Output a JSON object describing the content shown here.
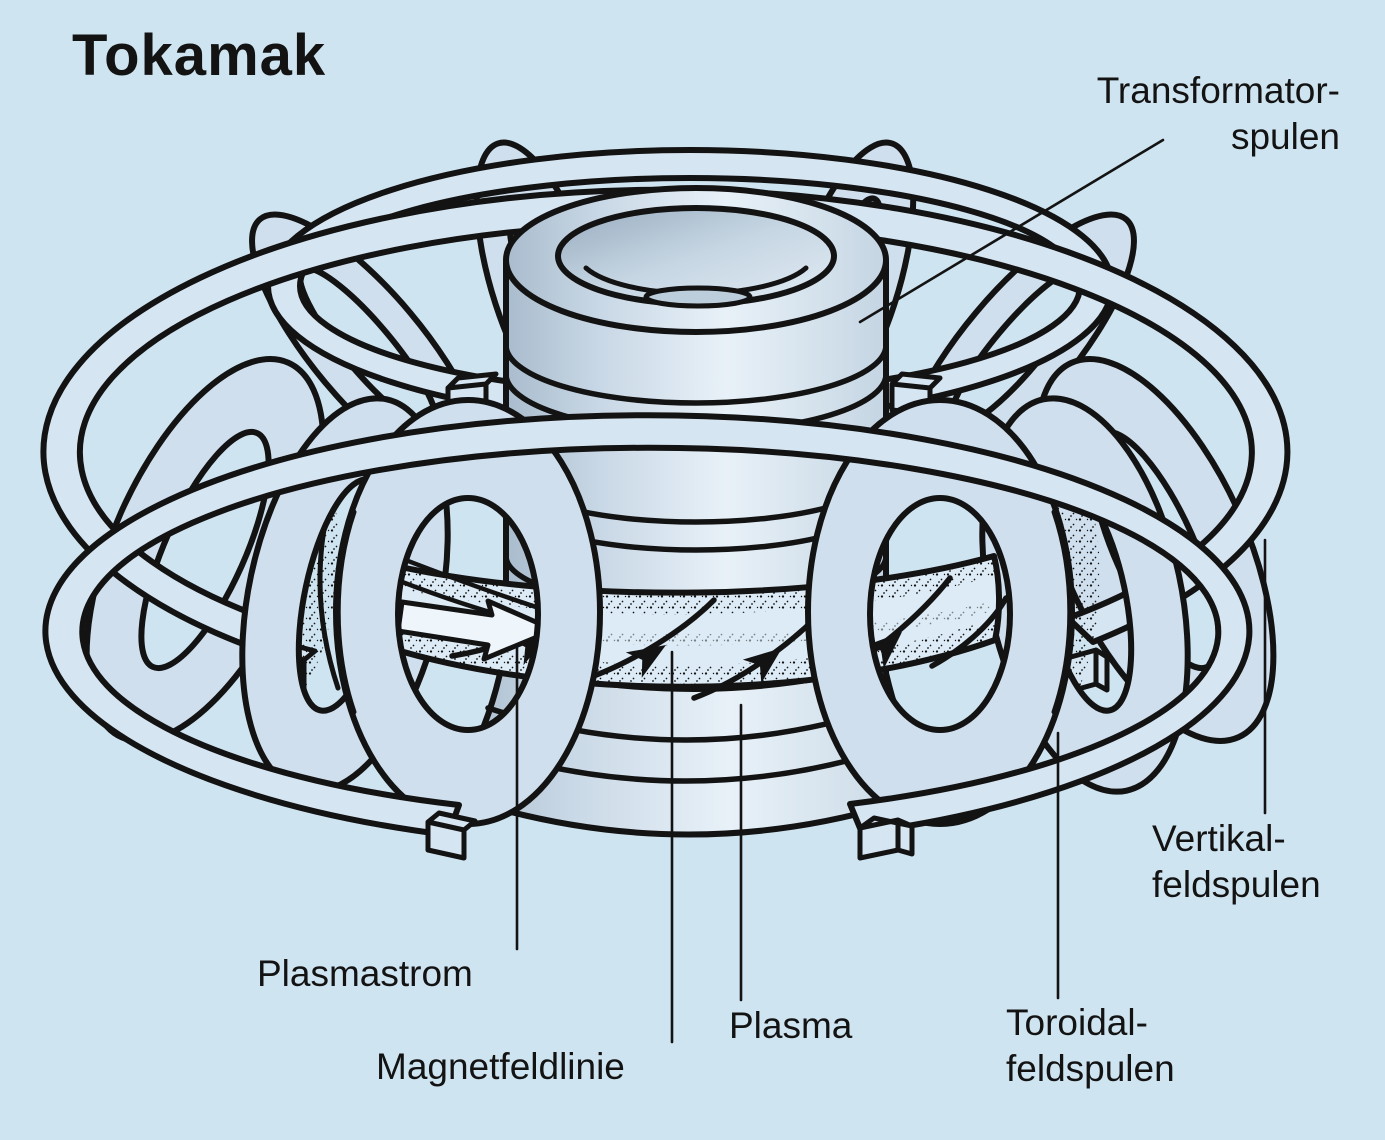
{
  "title": "Tokamak",
  "labels": {
    "transformer_coils": {
      "line1": "Transformator-",
      "line2": "spulen"
    },
    "vertical_field_coils": {
      "line1": "Vertikal-",
      "line2": "feldspulen"
    },
    "toroidal_field_coils": {
      "line1": "Toroidal-",
      "line2": "feldspulen"
    },
    "plasma_current": "Plasmastrom",
    "magnetic_field_line": "Magnetfeldlinie",
    "plasma": "Plasma"
  },
  "colors": {
    "background": "#cfe4f1",
    "ink": "#131313",
    "coil_fill": "#cfdfed",
    "band_fill": "#d6e5f2",
    "plasma_fill": "#dcebf6",
    "shade_dark": "#a9bccd",
    "shade_light": "#e8f1f8"
  }
}
